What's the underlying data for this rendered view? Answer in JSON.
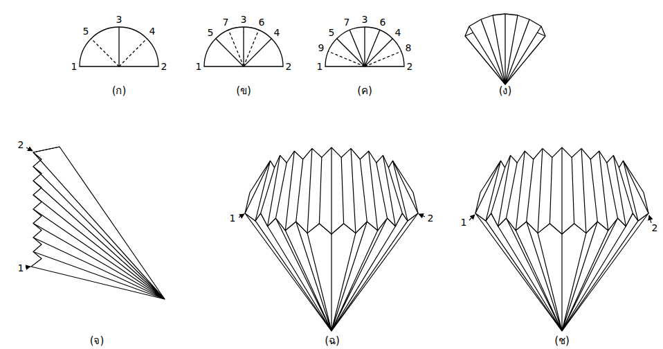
{
  "diagram": {
    "labels": [
      "3",
      "5",
      "4",
      "1",
      "2",
      "(ก)",
      "3",
      "7",
      "6",
      "5",
      "4",
      "1",
      "2",
      "(ข)",
      "3",
      "7",
      "6",
      "5",
      "4",
      "9",
      "8",
      "1",
      "2",
      "(ค)",
      "(ง)",
      "2",
      "1",
      "(จ)",
      "1",
      "2",
      "(ฉ)",
      "1",
      "2",
      "(ช)"
    ]
  }
}
